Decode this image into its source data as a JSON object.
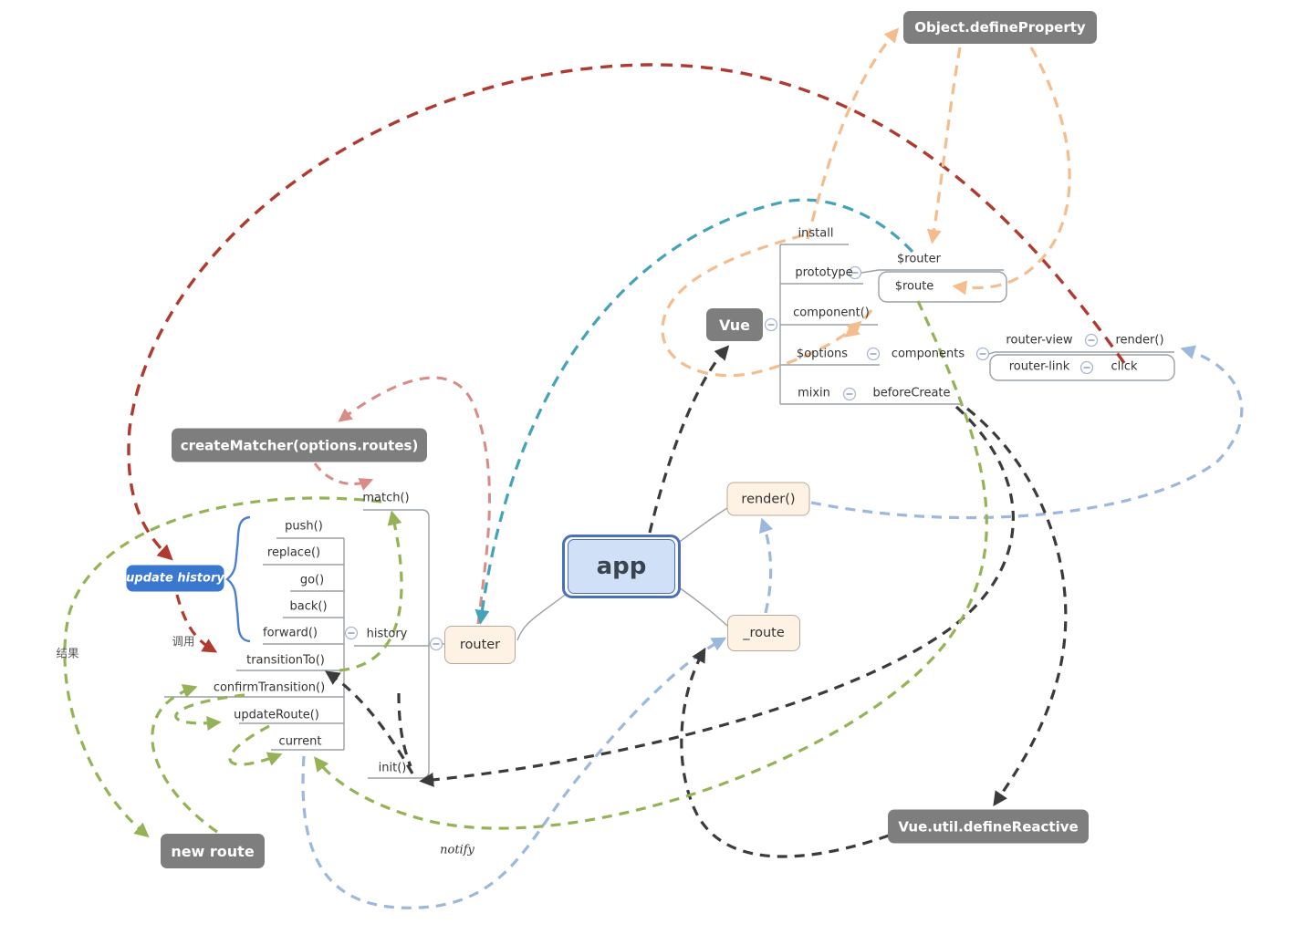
{
  "diagram": {
    "title_hint": "Vue Router internals mind map",
    "nodes": {
      "object_defineproperty": "Object.defineProperty",
      "vue": "Vue",
      "install": "install",
      "prototype": "prototype",
      "router_prop": "$router",
      "route_prop": "$route",
      "component": "component()",
      "options": "$options",
      "components": "components",
      "router_view": "router-view",
      "render_rv": "render()",
      "router_link": "router-link",
      "click": "click",
      "mixin": "mixin",
      "before_create": "beforeCreate",
      "create_matcher": "createMatcher(options.routes)",
      "match": "match()",
      "push": "push()",
      "replace": "replace()",
      "go": "go()",
      "back": "back()",
      "forward": "forward()",
      "history": "history",
      "transition_to": "transitionTo()",
      "confirm_transition": "confirmTransition()",
      "update_route": "updateRoute()",
      "current": "current",
      "init": "init()",
      "router": "router",
      "app": "app",
      "render": "render()",
      "route_var": "_route",
      "update_history": "update history",
      "new_route": "new route",
      "define_reactive": "Vue.util.defineReactive"
    },
    "labels": {
      "call": "调用",
      "result": "结果",
      "notify": "notify"
    },
    "colors": {
      "red": "#b03a30",
      "pink": "#d98b87",
      "orange": "#f5bd8e",
      "teal": "#44a3b8",
      "green": "#95b356",
      "blue": "#9cb8de",
      "black": "#3b3b3b",
      "gray_box": "#7e7e7e",
      "blue_box": "#3a78d0",
      "app_fill": "#cfe0f7",
      "app_border": "#4a6fbd",
      "cream_fill": "#fdf2e4",
      "cream_border": "#b9a998",
      "tree_line": "#9aa0a6"
    }
  }
}
